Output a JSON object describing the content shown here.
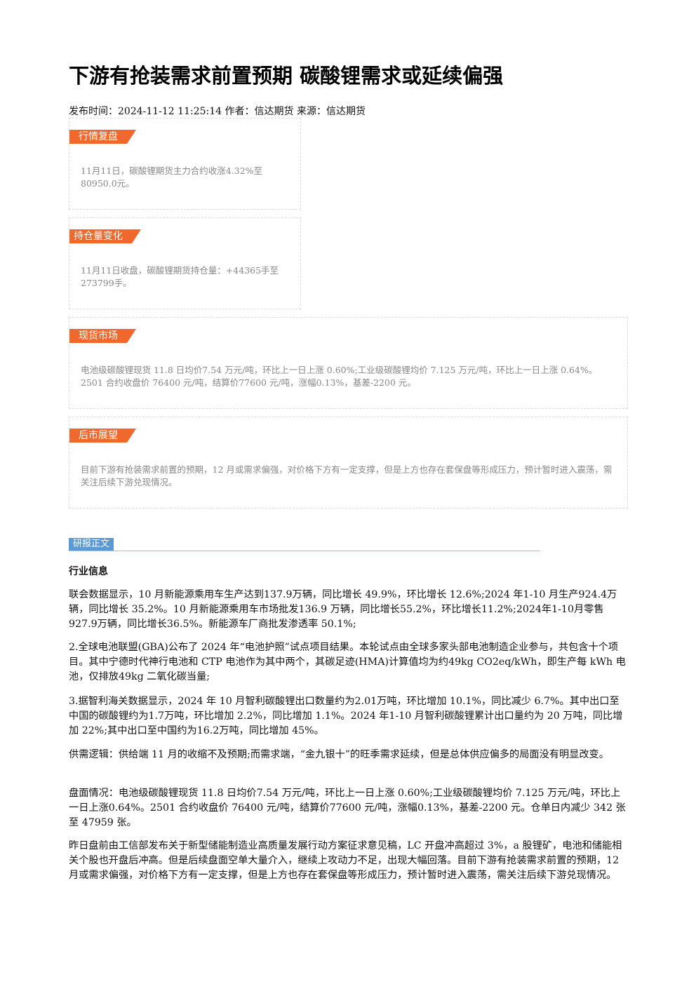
{
  "article": {
    "title": "下游有抢装需求前置预期 碳酸锂需求或延续偏强",
    "meta": "发布时间：2024-11-12 11:25:14 作者：信达期货 来源：信达期货"
  },
  "summary_boxes": [
    {
      "tag": "行情复盘",
      "text": "11月11日，碳酸锂期货主力合约收涨4.32%至80950.0元。"
    },
    {
      "tag": "持仓量变化",
      "text": "11月11日收盘，碳酸锂期货持仓量：+44365手至273799手。"
    },
    {
      "tag": "现货市场",
      "text": "电池级碳酸锂现货 11.8 日均价7.54 万元/吨，环比上一日上涨 0.60%;工业级碳酸锂均价 7.125 万元/吨，环比上一日上涨 0.64%。2501 合约收盘价 76400 元/吨，结算价77600 元/吨，涨幅0.13%，基差-2200 元。"
    },
    {
      "tag": "后市展望",
      "text": "目前下游有抢装需求前置的预期，12 月或需求偏强，对价格下方有一定支撑，但是上方也存在套保盘等形成压力，预计暂时进入震荡，需关注后续下游兑现情况。"
    }
  ],
  "report": {
    "section_tag": "研报正文",
    "subhead": "行业信息",
    "paragraphs": [
      "联会数据显示，10 月新能源乘用车生产达到137.9万辆，同比增长 49.9%，环比增长 12.6%;2024 年1-10 月生产924.4万辆，同比增长 35.2%。10 月新能源乘用车市场批发136.9 万辆，同比增长55.2%，环比增长11.2%;2024年1-10月零售927.9万辆，同比增长36.5%。新能源车厂商批发渗透率 50.1%;",
      "2.全球电池联盟(GBA)公布了 2024 年“电池护照”试点项目结果。本轮试点由全球多家头部电池制造企业参与，共包含十个项目。其中宁德时代神行电池和 CTP 电池作为其中两个，其碳足迹(HMA)计算值均为约49kg CO2eq/kWh，即生产每 kWh 电池，仅排放49kg 二氧化碳当量;",
      "3.据智利海关数据显示，2024 年 10 月智利碳酸锂出口数量约为2.01万吨，环比增加 10.1%，同比减少 6.7%。其中出口至中国的碳酸锂约为1.7万吨，环比增加 2.2%，同比增加 1.1%。2024 年1-10 月智利碳酸锂累计出口量约为 20 万吨，同比增加 22%;其中出口至中国约为16.2万吨，同比增加 45%。",
      "供需逻辑：供给端 11 月的收缩不及预期;而需求端，“金九银十”的旺季需求延续，但是总体供应偏多的局面没有明显改变。",
      "盘面情况：电池级碳酸锂现货 11.8 日均价7.54 万元/吨，环比上一日上涨 0.60%;工业级碳酸锂均价 7.125 万元/吨，环比上一日上涨0.64%。2501 合约收盘价 76400 元/吨，结算价77600 元/吨，涨幅0.13%，基差-2200 元。仓单日内减少 342 张至 47959 张。",
      "昨日盘前由工信部发布关于新型储能制造业高质量发展行动方案征求意见稿，LC 开盘冲高超过 3%，a 股锂矿，电池和储能相关个股也开盘后冲高。但是后续盘面空单大量介入，继续上攻动力不足，出现大幅回落。目前下游有抢装需求前置的预期，12 月或需求偏强，对价格下方有一定支撑，但是上方也存在套保盘等形成压力，预计暂时进入震荡，需关注后续下游兑现情况。"
    ]
  },
  "colors": {
    "tag_orange": "#f0682c",
    "section_blue": "#5b9bd5"
  }
}
